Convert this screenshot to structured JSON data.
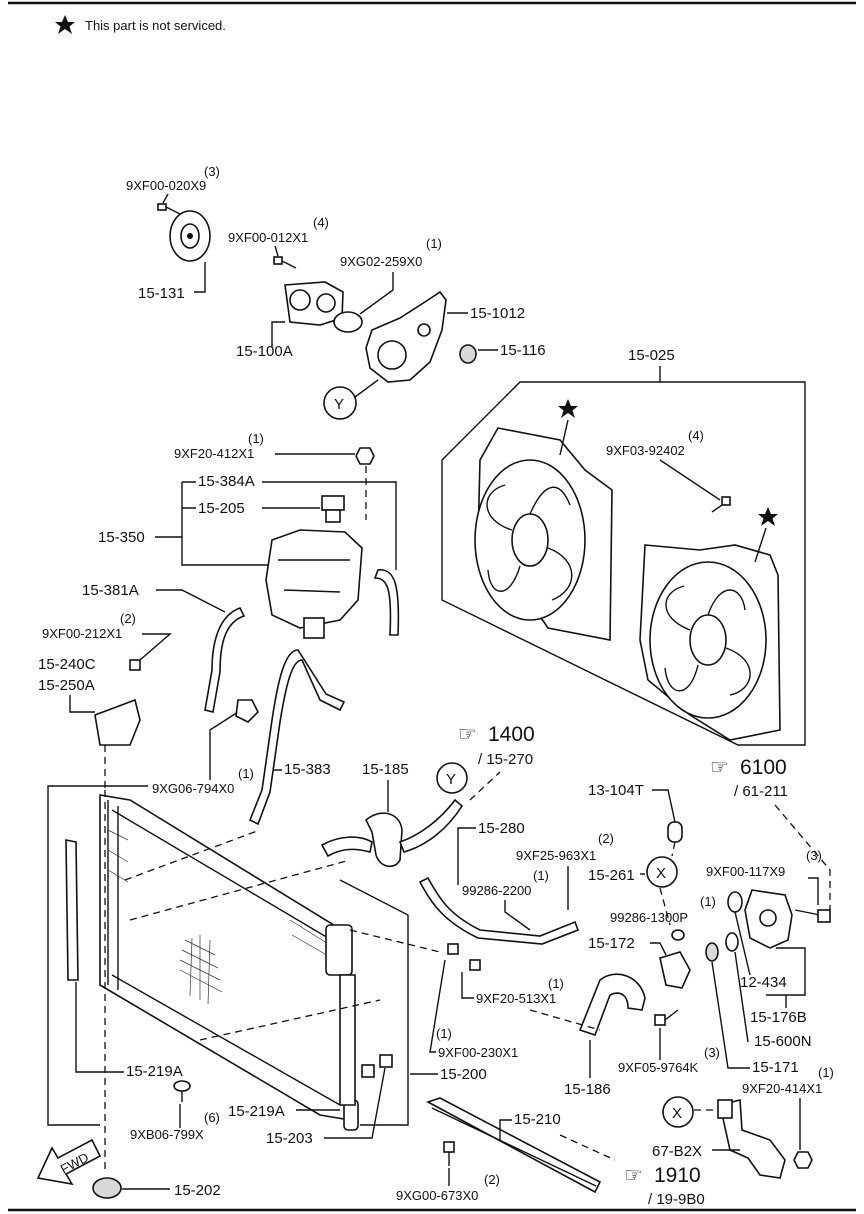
{
  "note": {
    "text": "This part is not serviced."
  },
  "parts": {
    "p_15_131": "15-131",
    "p_9xf00_020x9": "9XF00-020X9",
    "q_9xf00_020x9": "(3)",
    "p_9xf00_012x1": "9XF00-012X1",
    "q_9xf00_012x1": "(4)",
    "p_9xg02_259x0": "9XG02-259X0",
    "q_9xg02_259x0": "(1)",
    "p_15_1012": "15-1012",
    "p_15_116": "15-116",
    "p_15_100a": "15-100A",
    "p_15_025": "15-025",
    "p_9xf03_92402": "9XF03-92402",
    "q_9xf03_92402": "(4)",
    "p_9xf20_412x1": "9XF20-412X1",
    "q_9xf20_412x1": "(1)",
    "p_15_384a": "15-384A",
    "p_15_205": "15-205",
    "p_15_350": "15-350",
    "p_15_381a": "15-381A",
    "p_9xf00_212x1": "9XF00-212X1",
    "q_9xf00_212x1": "(2)",
    "p_15_240c": "15-240C",
    "p_15_250a": "15-250A",
    "p_9xg06_794x0": "9XG06-794X0",
    "q_9xg06_794x0": "(1)",
    "p_15_383": "15-383",
    "p_15_185": "15-185",
    "ref_1400": "1400",
    "ref_15_270": "/ 15-270",
    "ref_6100": "6100",
    "ref_61_211": "/ 61-211",
    "p_13_104t": "13-104T",
    "p_15_280": "15-280",
    "p_9xf25_963x1": "9XF25-963X1",
    "q_9xf25_963x1": "(2)",
    "p_99286_2200": "99286-2200",
    "q_99286_2200": "(1)",
    "p_15_261": "15-261",
    "p_9xf00_117x9": "9XF00-117X9",
    "q_9xf00_117x9": "(3)",
    "p_99286_1300p": "99286-1300P",
    "q_99286_1300p": "(1)",
    "p_15_172": "15-172",
    "p_9xf20_513x1": "9XF20-513X1",
    "q_9xf20_513x1": "(1)",
    "p_12_434": "12-434",
    "p_15_176b": "15-176B",
    "p_15_600n": "15-600N",
    "p_9xf00_230x1": "9XF00-230X1",
    "q_9xf00_230x1": "(1)",
    "p_9xf05_9764k": "9XF05-9764K",
    "q_9xf05_9764k": "(3)",
    "p_15_171": "15-171",
    "p_9xf20_414x1": "9XF20-414X1",
    "q_9xf20_414x1": "(1)",
    "p_15_186": "15-186",
    "p_15_219a_1": "15-219A",
    "p_15_219a_2": "15-219A",
    "p_15_200": "15-200",
    "p_9xb06_799x": "9XB06-799X",
    "q_9xb06_799x": "(6)",
    "p_15_203": "15-203",
    "p_15_210": "15-210",
    "p_67_b2x": "67-B2X",
    "ref_1910": "1910",
    "ref_19_9b0": "/ 19-9B0",
    "p_15_202": "15-202",
    "p_9xg00_673x0": "9XG00-673X0",
    "q_9xg00_673x0": "(2)",
    "marker_y": "Y",
    "marker_x": "X",
    "fwd": "FWD"
  },
  "icons": {
    "star": "star-icon",
    "reference_hand": "pointing-hand-icon",
    "fwd_arrow": "fwd-arrow-icon"
  }
}
